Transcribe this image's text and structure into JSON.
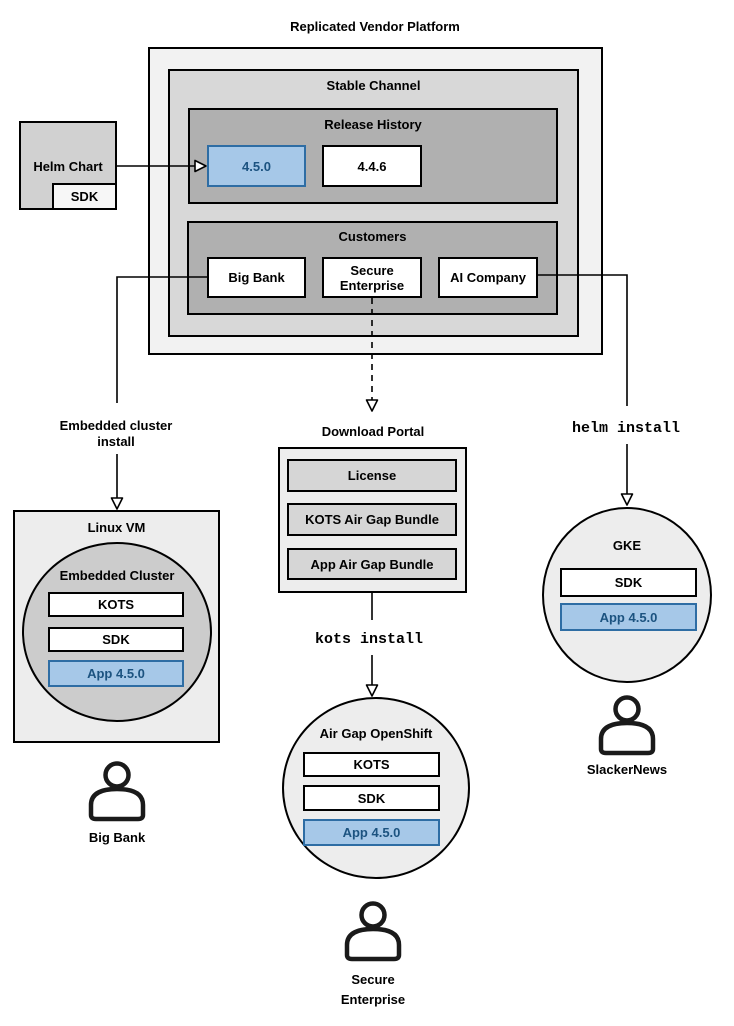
{
  "title": "Replicated Vendor Platform",
  "platform": {
    "stable_channel": {
      "title": "Stable Channel",
      "release_history": {
        "title": "Release History",
        "releases": [
          "4.5.0",
          "4.4.6"
        ],
        "highlighted_release": "4.5.0"
      },
      "customers": {
        "title": "Customers",
        "items": [
          "Big Bank",
          "Secure Enterprise",
          "AI Company"
        ]
      }
    }
  },
  "helm_chart": {
    "label": "Helm Chart",
    "sdk": "SDK"
  },
  "flows": {
    "embedded_install": "Embedded cluster install",
    "kots_install": "kots install",
    "helm_install": "helm install"
  },
  "linux_vm": {
    "title": "Linux VM",
    "embedded_cluster": {
      "title": "Embedded Cluster",
      "kots": "KOTS",
      "sdk": "SDK",
      "app": "App 4.5.0"
    },
    "user": "Big Bank"
  },
  "download_portal": {
    "title": "Download Portal",
    "items": [
      "License",
      "KOTS Air Gap Bundle",
      "App Air Gap Bundle"
    ]
  },
  "air_gap_openshift": {
    "title": "Air Gap OpenShift",
    "kots": "KOTS",
    "sdk": "SDK",
    "app": "App 4.5.0",
    "user": "Secure Enterprise"
  },
  "gke": {
    "title": "GKE",
    "sdk": "SDK",
    "app": "App 4.5.0",
    "user": "SlackerNews"
  },
  "colors": {
    "highlight_fill": "#A6C8E8",
    "highlight_border": "#2E6DA4",
    "highlight_text": "#1C5380",
    "panel_light": "#F2F2F2",
    "panel_mid": "#D8D8D8",
    "panel_dark": "#B0B0B0",
    "circle_gray": "#CCCCCC",
    "node_gray": "#EDEDED"
  }
}
